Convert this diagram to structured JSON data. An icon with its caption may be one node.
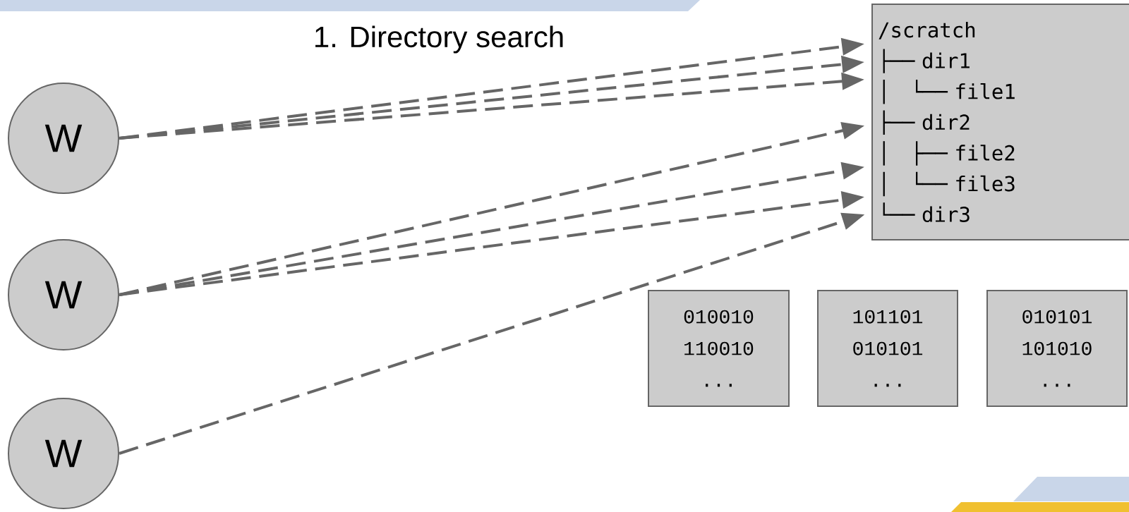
{
  "diagram": {
    "nodes": [
      {
        "text": [
          "W"
        ]
      },
      {
        "text": [
          "W"
        ]
      },
      {
        "text": [
          "W"
        ]
      },
      {
        "text": [
          "/scratch",
          "├── dir1",
          "│   └── file1",
          "├── dir2",
          "│   ├── file2",
          "│   └── file3",
          "└── dir3"
        ]
      },
      {
        "text": [
          "010010",
          "110010",
          "..."
        ]
      },
      {
        "text": [
          "101101",
          "010101",
          "..."
        ]
      },
      {
        "text": [
          "010101",
          "101010",
          "..."
        ]
      }
    ],
    "edges": [
      {
        "from": 0,
        "to": 3,
        "arrow": "to",
        "style": "dashed"
      },
      {
        "from": 0,
        "to": 3,
        "arrow": "to",
        "style": "dashed"
      },
      {
        "from": 0,
        "to": 3,
        "arrow": "to",
        "style": "dashed"
      },
      {
        "from": 1,
        "to": 3,
        "arrow": "to",
        "style": "dashed"
      },
      {
        "from": 1,
        "to": 3,
        "arrow": "to",
        "style": "dashed"
      },
      {
        "from": 1,
        "to": 3,
        "arrow": "to",
        "style": "dashed"
      },
      {
        "from": 2,
        "to": 3,
        "arrow": "to",
        "style": "dashed"
      }
    ],
    "labels": [
      "1. Directory search"
    ]
  }
}
